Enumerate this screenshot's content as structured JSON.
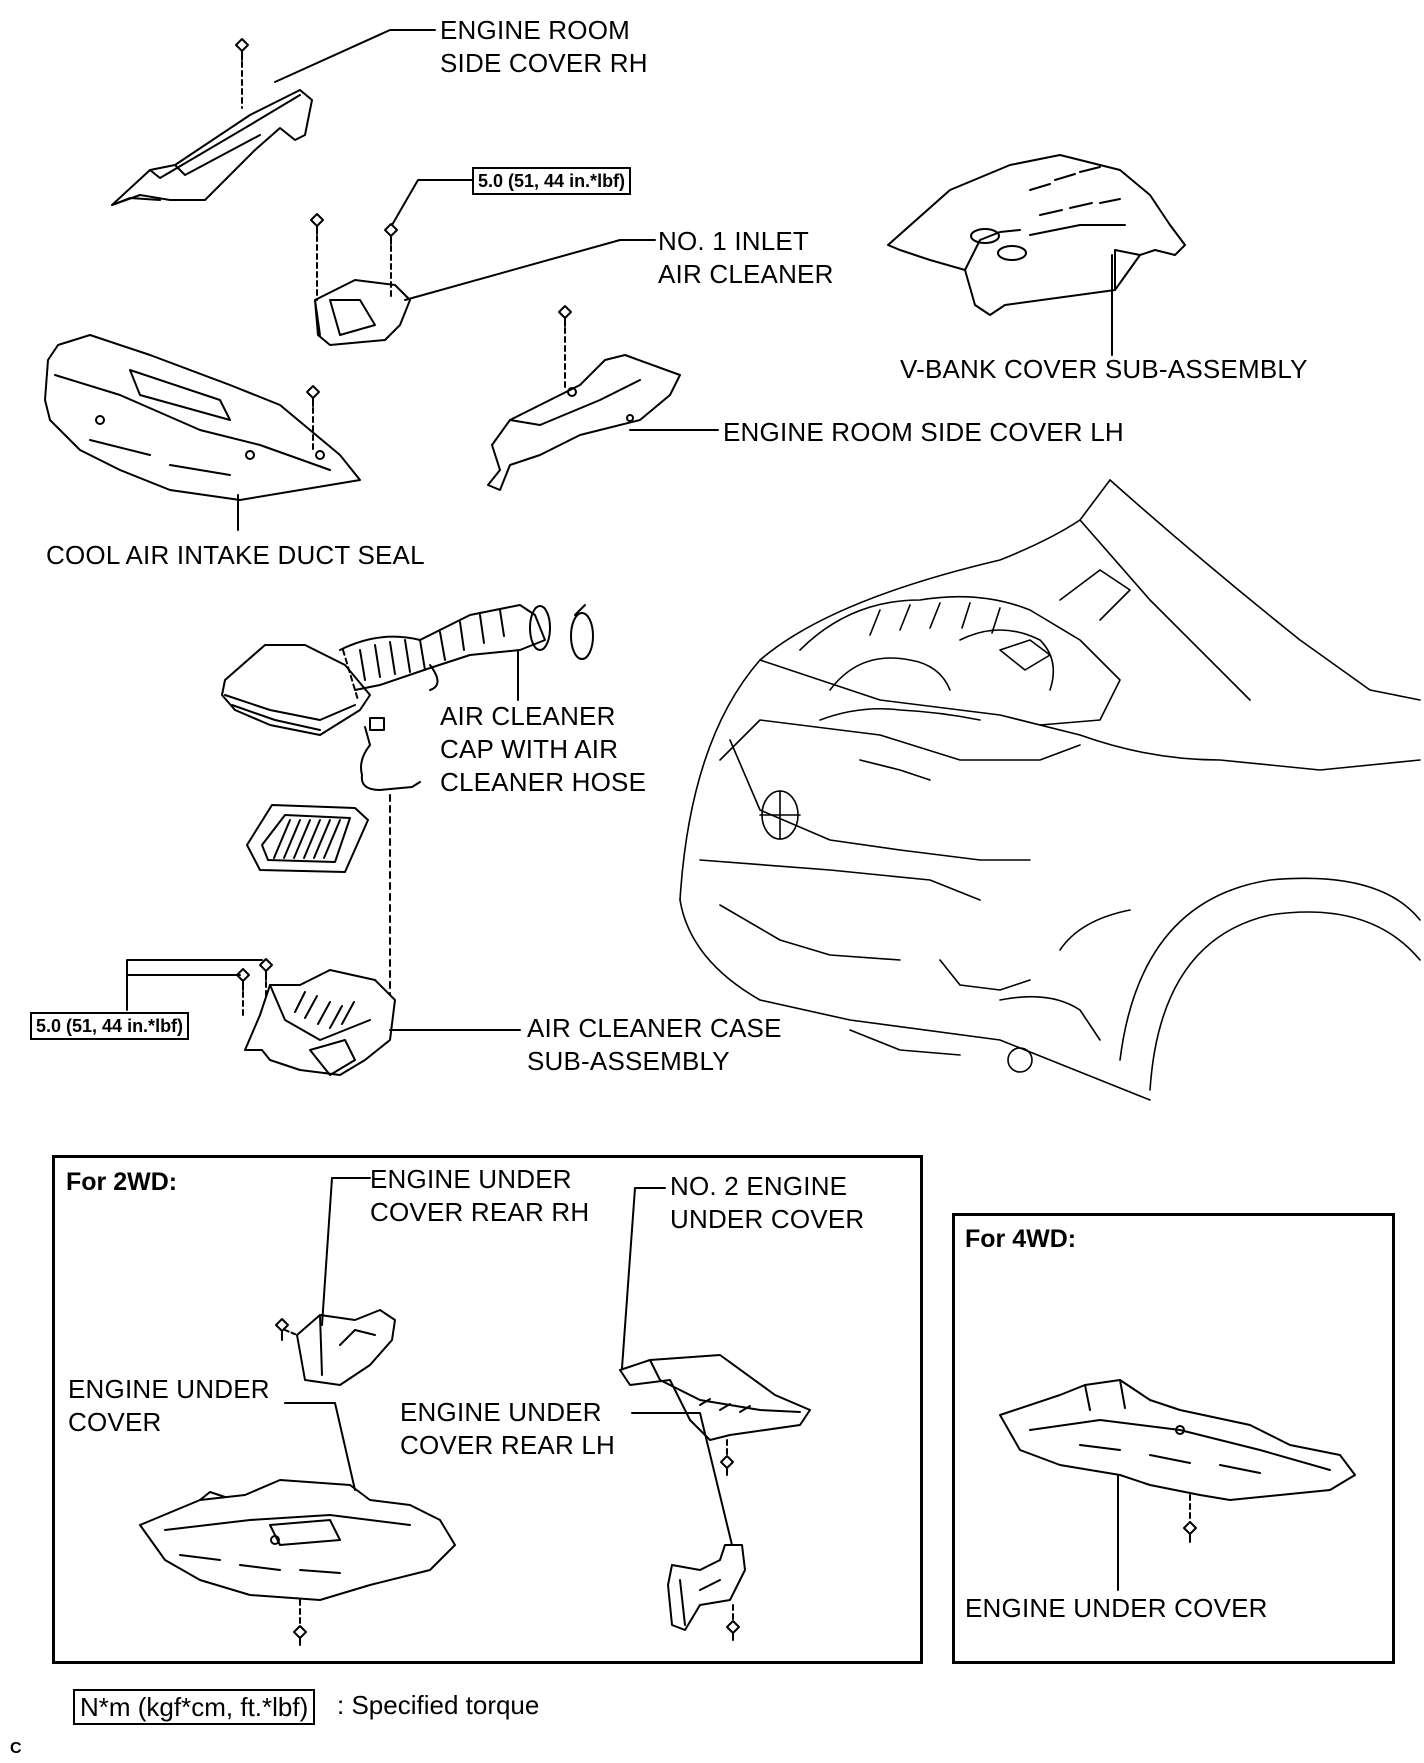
{
  "labels": {
    "engine_room_side_cover_rh": "ENGINE ROOM\nSIDE COVER RH",
    "no1_inlet_air_cleaner": "NO. 1 INLET\nAIR CLEANER",
    "v_bank_cover": "V-BANK COVER SUB-ASSEMBLY",
    "engine_room_side_cover_lh": "ENGINE ROOM SIDE COVER LH",
    "cool_air_intake_duct_seal": "COOL AIR INTAKE DUCT SEAL",
    "air_cleaner_cap": "AIR CLEANER\nCAP WITH AIR\nCLEANER HOSE",
    "air_cleaner_case": "AIR CLEANER CASE\nSUB-ASSEMBLY",
    "engine_under_cover_rear_rh": "ENGINE UNDER\nCOVER REAR RH",
    "no2_engine_under_cover": "NO. 2 ENGINE\nUNDER COVER",
    "engine_under_cover_2wd": "ENGINE UNDER\nCOVER",
    "engine_under_cover_rear_lh": "ENGINE UNDER\nCOVER REAR LH",
    "engine_under_cover_4wd": "ENGINE UNDER COVER"
  },
  "torque": {
    "inlet": "5.0 (51, 44 in.*lbf)",
    "case": "5.0 (51, 44 in.*lbf)"
  },
  "boxes": {
    "two_wd_title": "For 2WD:",
    "four_wd_title": "For 4WD:"
  },
  "legend": {
    "unit": "N*m (kgf*cm, ft.*lbf)",
    "text": ": Specified torque"
  },
  "corner_mark": "C"
}
